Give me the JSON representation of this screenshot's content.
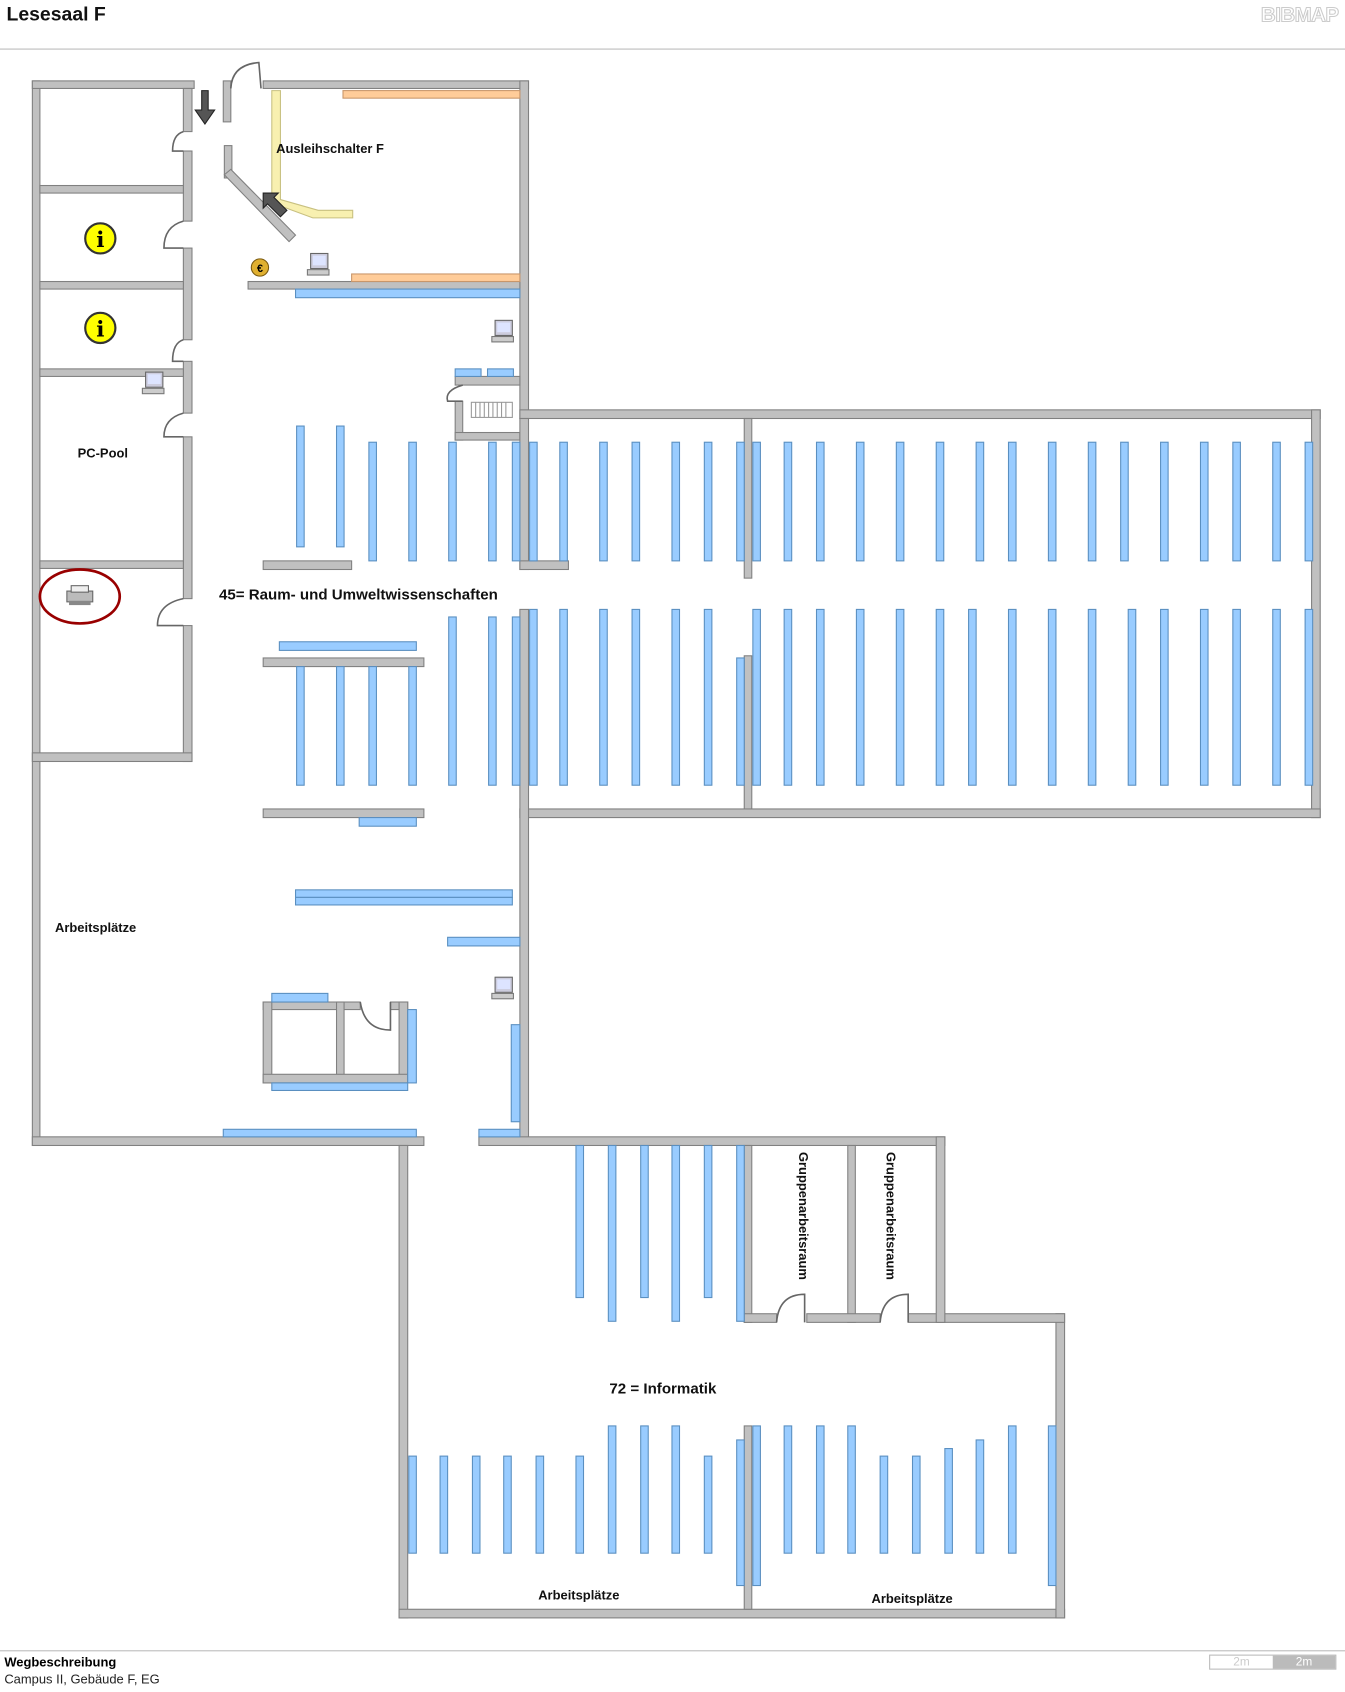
{
  "header": {
    "title": "Lesesaal F",
    "logo": "BIBMAP"
  },
  "map": {
    "labels": {
      "ausleihe": "Ausleihschalter F",
      "pc_pool": "PC-Pool",
      "section45": "45= Raum- und Umweltwissenschaften",
      "arbeitsplaetze_left": "Arbeitsplätze",
      "section72": "72 = Informatik",
      "gruppe1": "Gruppenarbeitsraum",
      "gruppe2": "Gruppenarbeitsraum",
      "arbeitsplaetze_b1": "Arbeitsplätze",
      "arbeitsplaetze_b2": "Arbeitsplätze"
    },
    "icons": [
      "info-icon",
      "info-icon",
      "euro-icon",
      "computer-icon",
      "computer-icon",
      "computer-icon",
      "computer-icon",
      "printer-icon",
      "stairs-icon",
      "entrance-arrow-icon",
      "exit-arrow-icon"
    ],
    "colors": {
      "wall": "#c0c0c0",
      "shelf": "#99ccff",
      "counter": "#ffcc99",
      "highlight": "#990000"
    }
  },
  "footer": {
    "heading": "Wegbeschreibung",
    "location": "Campus II, Gebäude F, EG",
    "scale_a": "2m",
    "scale_b": "2m"
  }
}
